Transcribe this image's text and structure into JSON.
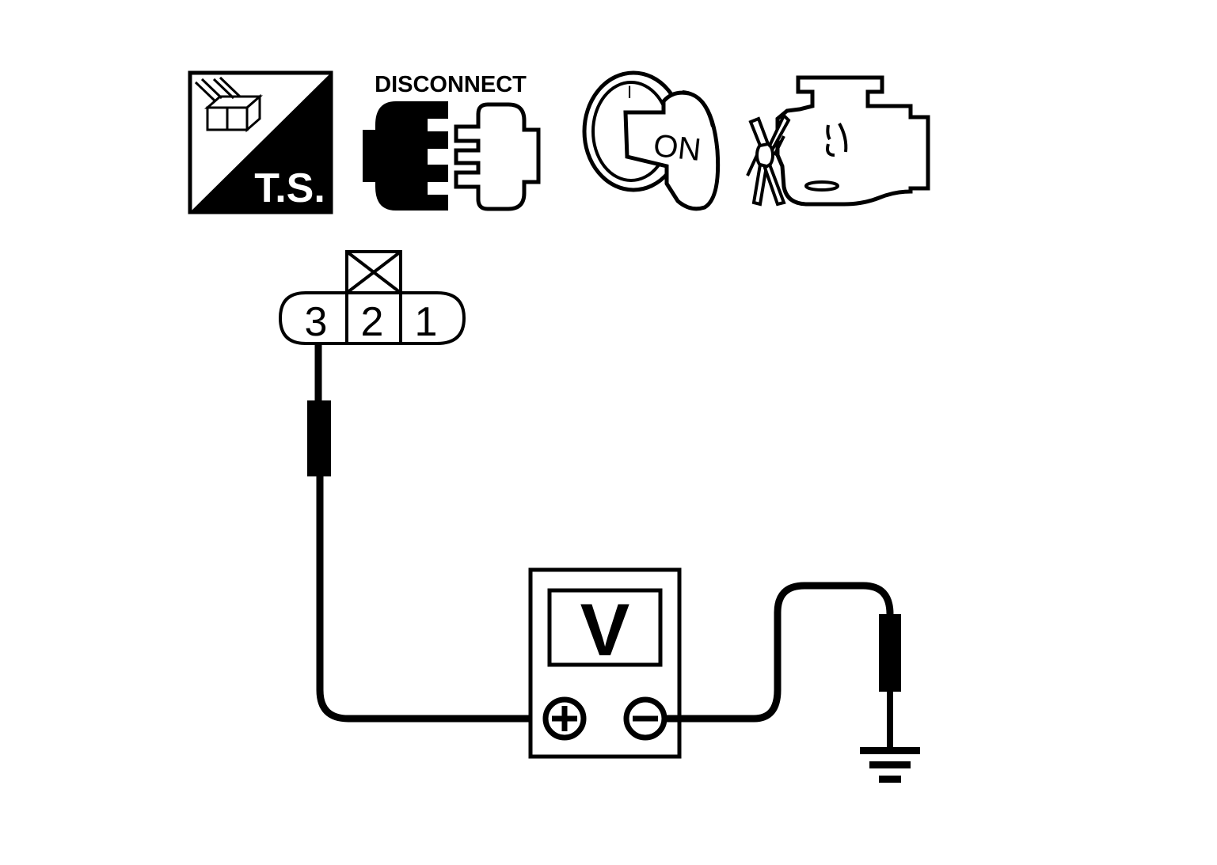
{
  "icons": {
    "ts_label": "T.S.",
    "disconnect_label": "DISCONNECT",
    "ignition_label": "ON",
    "ignition_mark": "I"
  },
  "connector": {
    "terminals": [
      "3",
      "2",
      "1"
    ]
  },
  "meter": {
    "display": "V",
    "plus_symbol": "+",
    "minus_symbol": "−"
  },
  "colors": {
    "ink": "#000000",
    "paper": "#ffffff"
  }
}
